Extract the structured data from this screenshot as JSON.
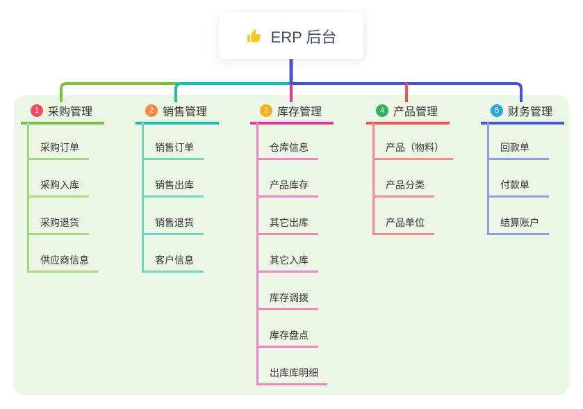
{
  "root": {
    "label": "ERP 后台",
    "icon": "thumbs-up-icon"
  },
  "branches": [
    {
      "num": "1",
      "label": "采购管理",
      "badge_color": "#f4485e",
      "line_color": "#7cbe3f",
      "child_line_color": "#a8d57f",
      "children": [
        "采购订单",
        "采购入库",
        "采购退货",
        "供应商信息"
      ]
    },
    {
      "num": "2",
      "label": "销售管理",
      "badge_color": "#fd8443",
      "line_color": "#1cbfab",
      "child_line_color": "#6fd6c6",
      "children": [
        "销售订单",
        "销售出库",
        "销售退货",
        "客户信息"
      ]
    },
    {
      "num": "3",
      "label": "库存管理",
      "badge_color": "#fbab16",
      "line_color": "#e0399a",
      "child_line_color": "#ef83bd",
      "children": [
        "仓库信息",
        "产品库存",
        "其它出库",
        "其它入库",
        "库存调拨",
        "库存盘点",
        "出库库明细"
      ]
    },
    {
      "num": "4",
      "label": "产品管理",
      "badge_color": "#2db45c",
      "line_color": "#ef5356",
      "child_line_color": "#f5898c",
      "children": [
        "产品（物料）",
        "产品分类",
        "产品单位"
      ]
    },
    {
      "num": "5",
      "label": "财务管理",
      "badge_color": "#29a9e0",
      "line_color": "#4355d0",
      "child_line_color": "#8e9de2",
      "children": [
        "回款单",
        "付款单",
        "结算账户"
      ]
    }
  ],
  "colors": {
    "trunk_line": "#4355d0",
    "panel_background": "#ebf6e5",
    "root_text": "#3a4a5e",
    "node_text": "#333333",
    "thumb_icon_yellow": "#f8c81c"
  }
}
